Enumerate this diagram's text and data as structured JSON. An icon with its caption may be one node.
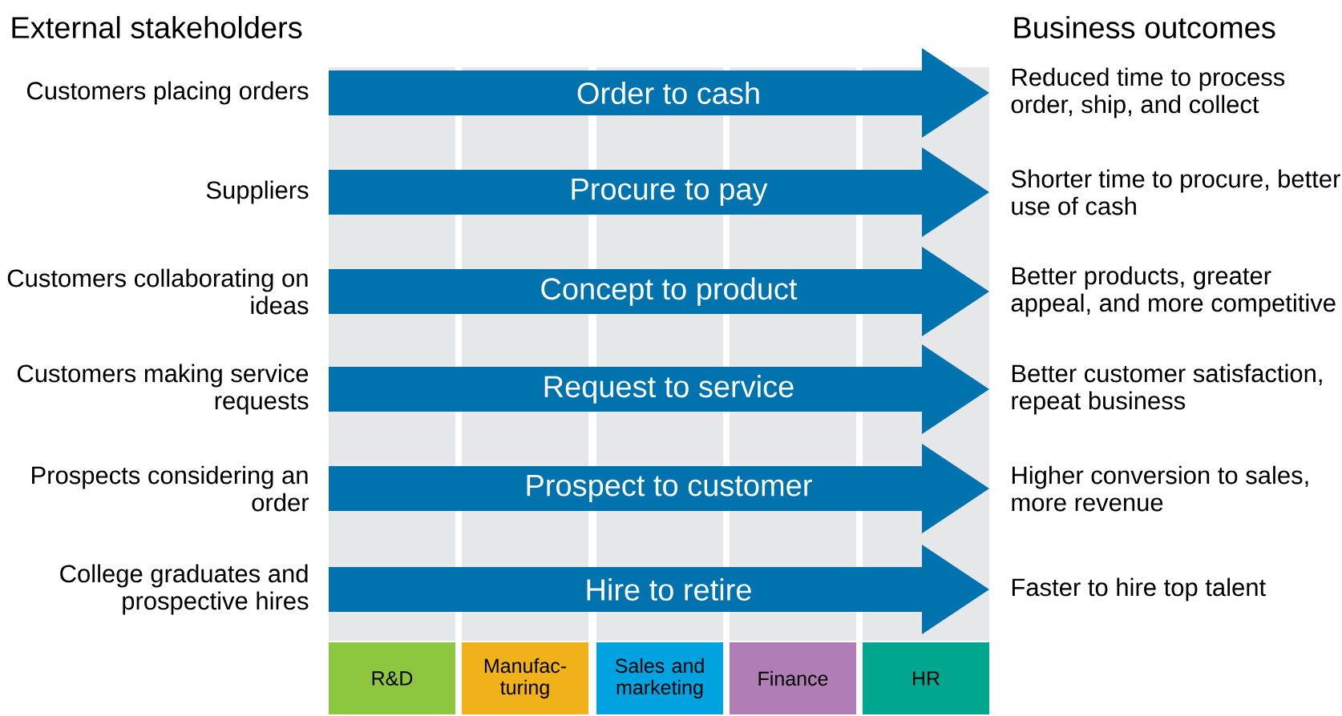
{
  "diagram": {
    "nodes": [
      {
        "text": [
          "Order to cash"
        ],
        "beside": [
          "Customers placing orders",
          "Reduced time to process order, ship, and collect"
        ]
      },
      {
        "text": [
          "Procure to pay"
        ],
        "beside": [
          "Suppliers",
          "Shorter time to procure, better use of cash"
        ]
      },
      {
        "text": [
          "Concept to product"
        ],
        "beside": [
          "Customers collaborating on ideas",
          "Better products, greater appeal, and more competitive"
        ]
      },
      {
        "text": [
          "Request to service"
        ],
        "beside": [
          "Customers making service requests",
          "Better customer satisfaction, repeat business"
        ]
      },
      {
        "text": [
          "Prospect to customer"
        ],
        "beside": [
          "Prospects considering an order",
          "Higher conversion to sales, more revenue"
        ]
      },
      {
        "text": [
          "Hire to retire"
        ],
        "beside": [
          "College graduates and prospective hires",
          "Faster to hire top talent"
        ]
      },
      {
        "text": [
          "R&D"
        ]
      },
      {
        "text": [
          "Manufac-turing"
        ]
      },
      {
        "text": [
          "Sales and marketing"
        ]
      },
      {
        "text": [
          "Finance"
        ]
      },
      {
        "text": [
          "HR"
        ]
      }
    ],
    "labels": [
      "External stakeholders",
      "Business outcomes"
    ]
  }
}
